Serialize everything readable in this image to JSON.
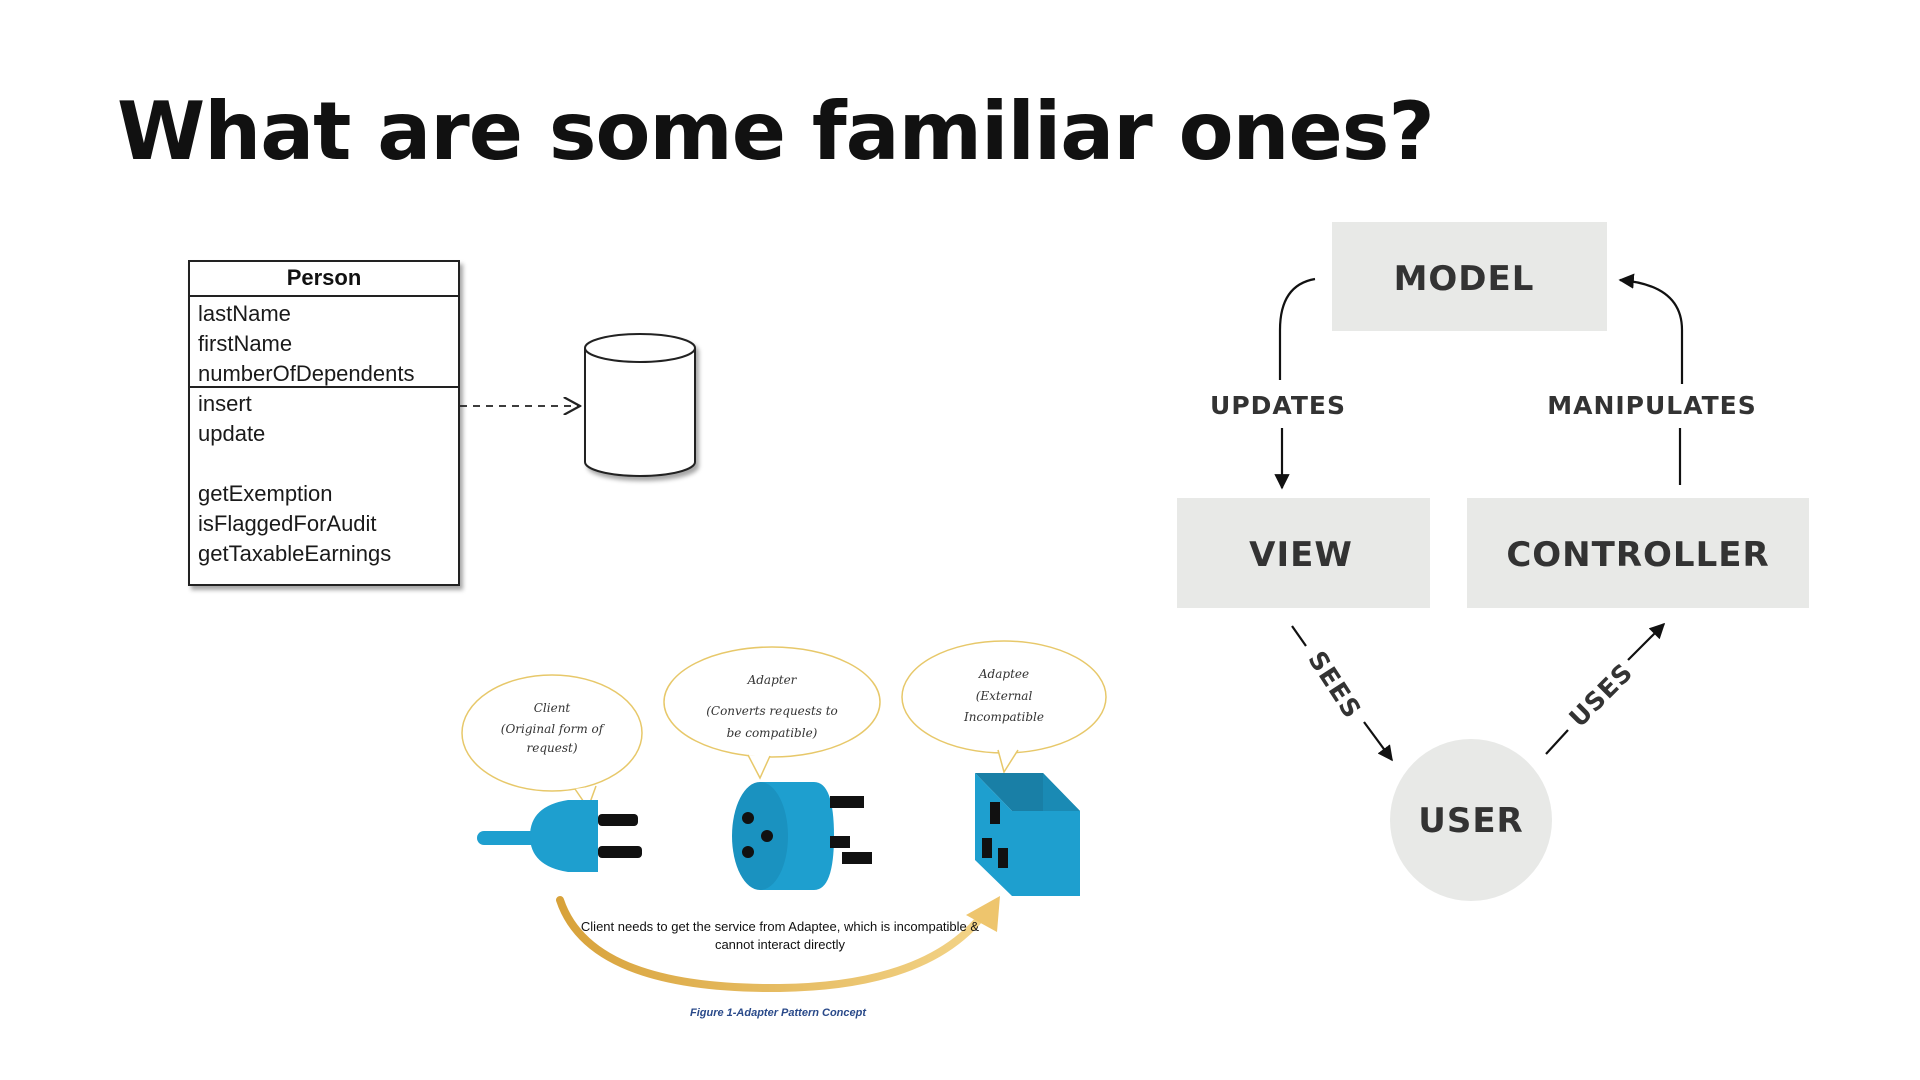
{
  "slide": {
    "title": "What are some familiar ones?"
  },
  "uml": {
    "class_name": "Person",
    "attributes": [
      "lastName",
      "firstName",
      "numberOfDependents"
    ],
    "methods": [
      "insert",
      "update",
      "",
      "getExemption",
      "isFlaggedForAudit",
      "getTaxableEarnings"
    ]
  },
  "mvc": {
    "model": "MODEL",
    "view": "VIEW",
    "controller": "CONTROLLER",
    "user": "USER",
    "updates": "UPDATES",
    "manipulates": "MANIPULATES",
    "sees": "SEES",
    "uses": "USES"
  },
  "adapter": {
    "client": [
      "Client",
      "(Original form of",
      "request)"
    ],
    "adapter": [
      "Adapter",
      "(Converts requests to",
      "be compatible)"
    ],
    "adaptee": [
      "Adaptee",
      "(External",
      "Incompatible"
    ],
    "caption": [
      "Client needs to get the service from Adaptee, which is incompatible &",
      "cannot interact directly"
    ],
    "figure_caption": "Figure 1-Adapter Pattern Concept"
  },
  "colors": {
    "mvc_box": "#e8e9e7",
    "plug_blue": "#1e9fcf",
    "arrow_gold": "#e8b84a"
  }
}
